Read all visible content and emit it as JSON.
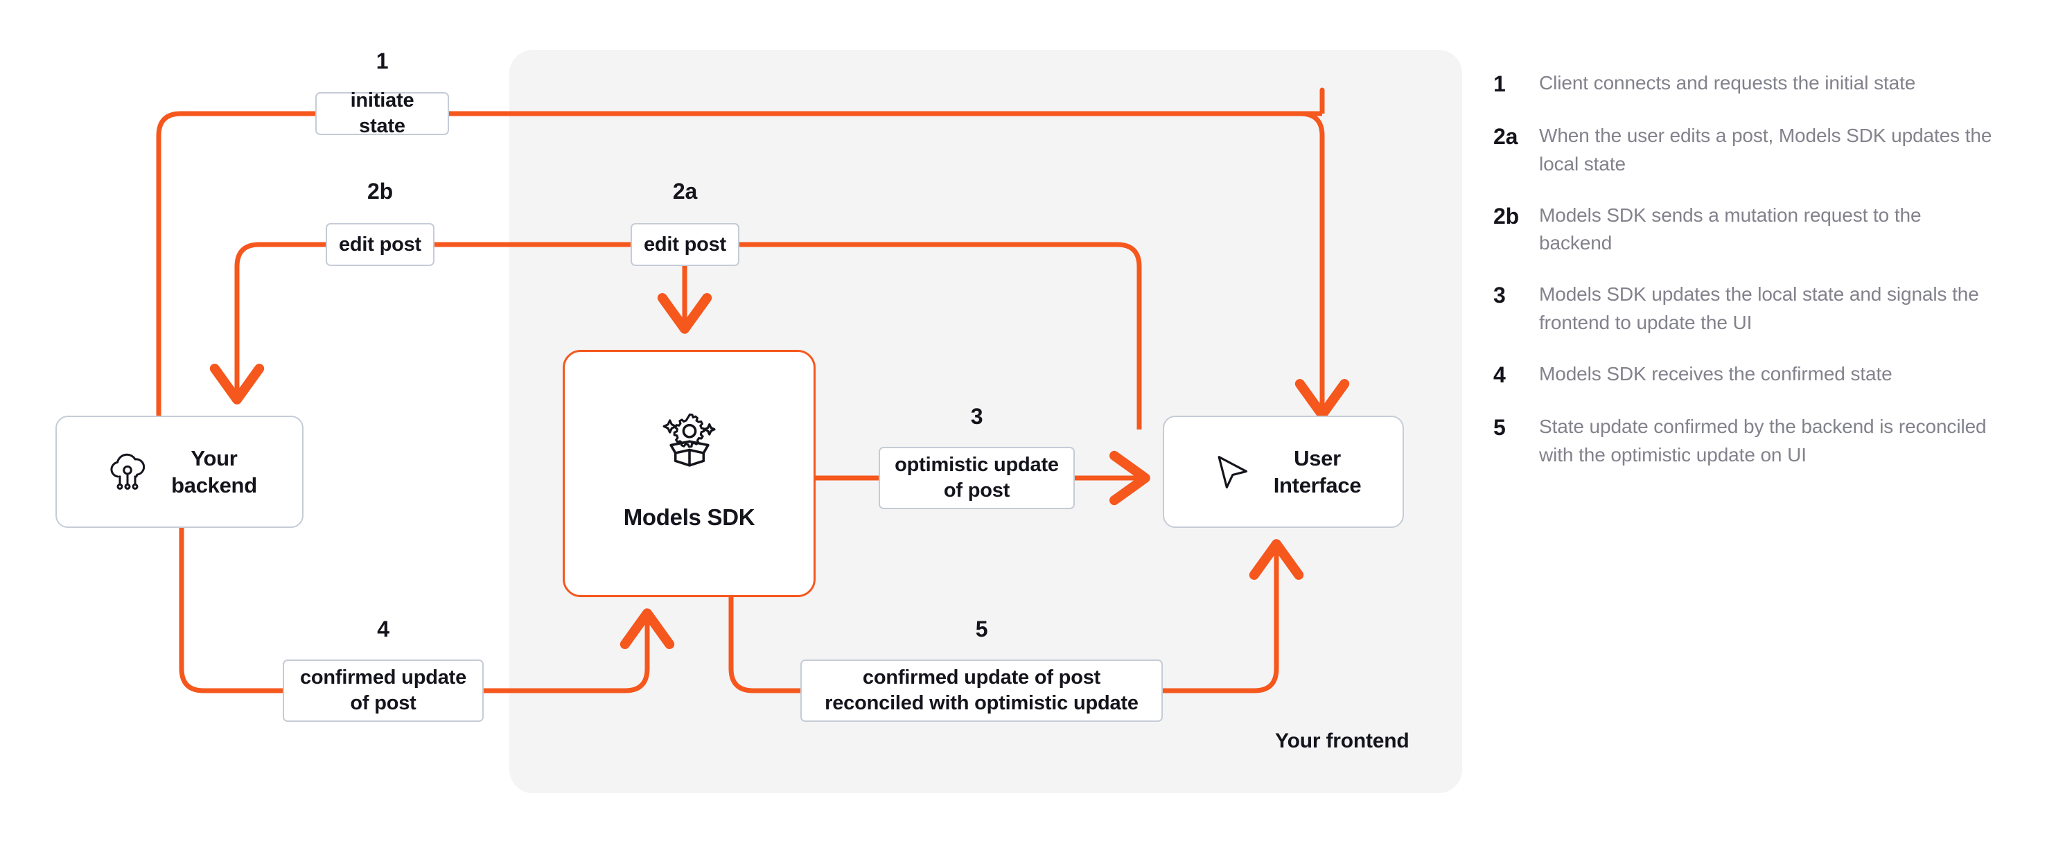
{
  "diagram": {
    "frontend_panel_label": "Your frontend",
    "accent_color": "#f5571d",
    "node_border_color": "#c5ccd6",
    "panel_bg_color": "#f4f4f5",
    "text_color": "#14141c",
    "legend_text_color": "#82828c",
    "nodes": [
      {
        "id": "backend",
        "label": "Your\nbackend",
        "icon": "cloud-network-icon"
      },
      {
        "id": "sdk",
        "label": "Models SDK",
        "icon": "open-box-gear-sparkle-icon"
      },
      {
        "id": "ui",
        "label": "User\nInterface",
        "icon": "cursor-pointer-icon"
      }
    ],
    "edges": [
      {
        "step": "1",
        "label": "initiate state"
      },
      {
        "step": "2b",
        "label": "edit post"
      },
      {
        "step": "2a",
        "label": "edit post"
      },
      {
        "step": "3",
        "label": "optimistic update\nof post"
      },
      {
        "step": "4",
        "label": "confirmed update\nof post"
      },
      {
        "step": "5",
        "label": "confirmed update of post\nreconciled with optimistic update"
      }
    ]
  },
  "legend": {
    "items": [
      {
        "num": "1",
        "text": "Client connects and requests the initial state"
      },
      {
        "num": "2a",
        "text": "When the user edits a post, Models SDK updates the local state"
      },
      {
        "num": "2b",
        "text": "Models SDK sends a mutation request to the backend"
      },
      {
        "num": "3",
        "text": "Models SDK updates the local state and signals the frontend to update the UI"
      },
      {
        "num": "4",
        "text": "Models SDK receives the confirmed state"
      },
      {
        "num": "5",
        "text": "State update confirmed by the backend is reconciled with the optimistic update on UI"
      }
    ]
  }
}
